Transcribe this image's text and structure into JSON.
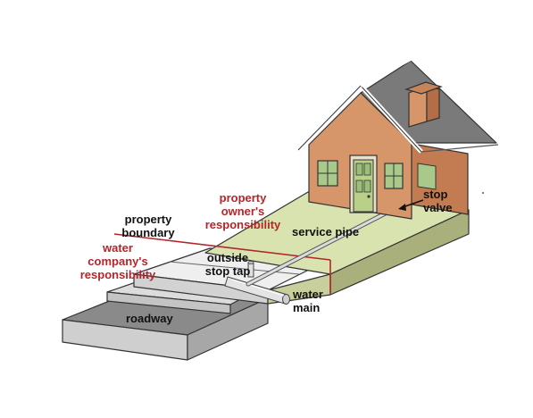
{
  "labels": {
    "property_owners_responsibility": [
      "property",
      "owner's",
      "responsibility"
    ],
    "property_boundary": [
      "property",
      "boundary"
    ],
    "water_company_responsibility": [
      "water",
      "company's",
      "responsibility"
    ],
    "outside_stop_tap": [
      "outside",
      "stop tap"
    ],
    "service_pipe": "service pipe",
    "stop_valve": [
      "stop",
      "valve"
    ],
    "water_main": [
      "water",
      "main"
    ],
    "roadway": "roadway"
  },
  "colors": {
    "accent_red": "#b3262b",
    "lawn": "#d9e3b0",
    "lawn_side": "#a9b07c",
    "pavement": "#ededed",
    "kerb": "#d6d6d6",
    "road": "#8a8a8a",
    "road_side": "#c7c7c7",
    "house_wall": "#d7966a",
    "roof": "#7a7a7a",
    "door": "#b9d089",
    "window": "#a9c98a"
  }
}
